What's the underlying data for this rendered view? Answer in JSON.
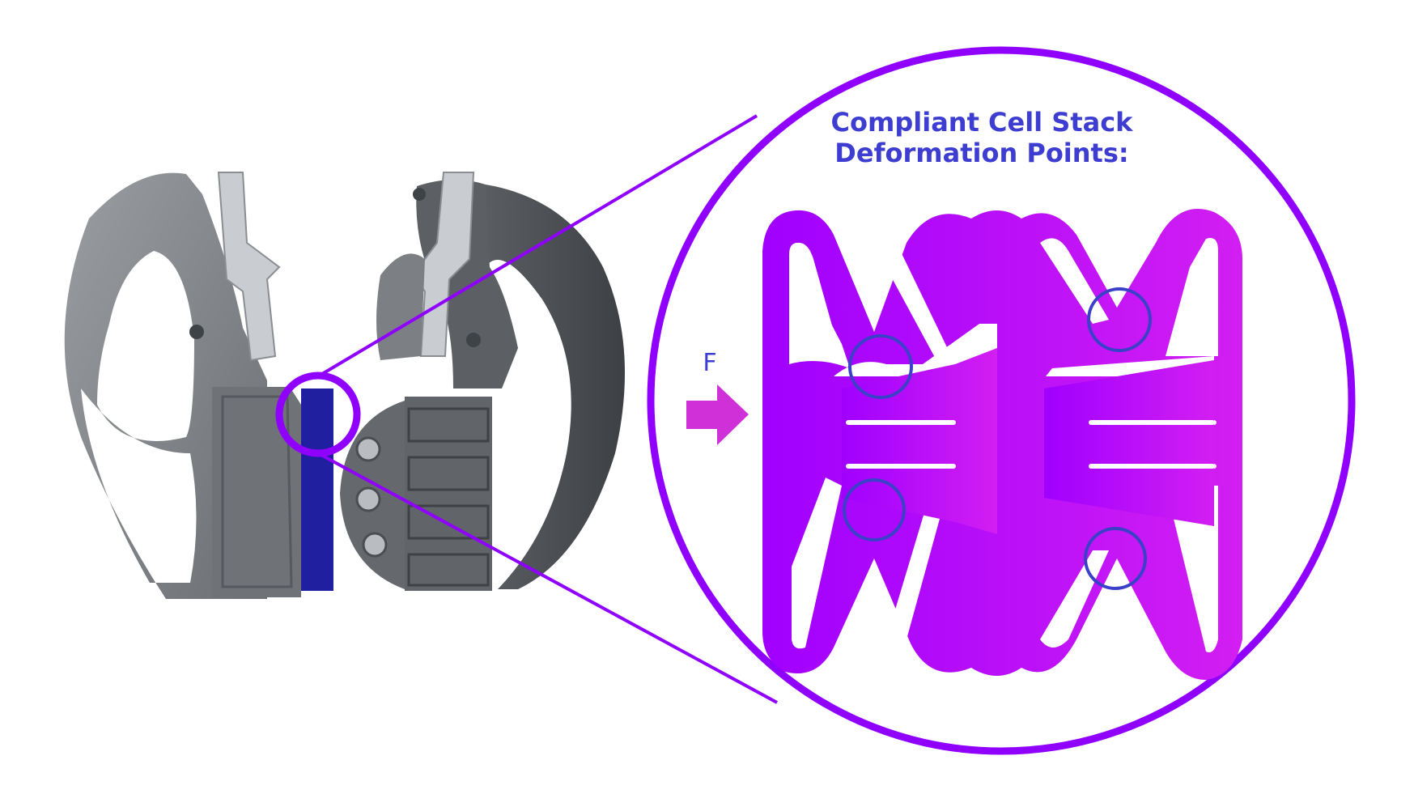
{
  "callout": {
    "title_line1": "Compliant Cell Stack",
    "title_line2": "Deformation Points:",
    "force_label": "F"
  },
  "colors": {
    "callout_ring": "#8f00ff",
    "title_text": "#3d3dd1",
    "force_arrow": "#d030d8",
    "deformation_marker": "#3b40c8",
    "cell_left": "#a000ff",
    "cell_right": "#d21ef2",
    "gripper_gray": "#8c8f94",
    "gripper_dark": "#4f5257",
    "steel": "#c8ccd0",
    "blue_cell": "#1f1fa0"
  },
  "icons": [
    "gripper-photo",
    "zoom-ring",
    "force-arrow-icon",
    "compliant-cell-stack",
    "deformation-marker"
  ]
}
